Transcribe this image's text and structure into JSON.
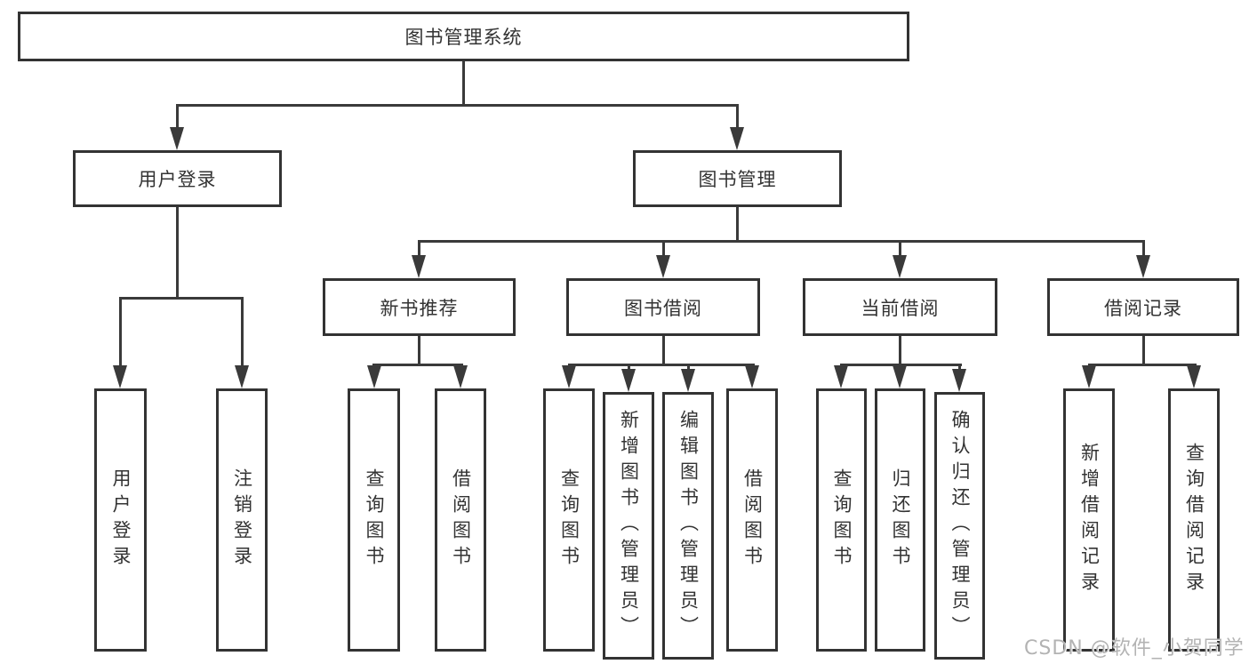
{
  "tree": {
    "root": {
      "label": "图书管理系统"
    },
    "branches": [
      {
        "label": "用户登录",
        "children": [
          {
            "label": "用户登录"
          },
          {
            "label": "注销登录"
          }
        ]
      },
      {
        "label": "图书管理",
        "children": [
          {
            "label": "新书推荐",
            "children": [
              {
                "label": "查询图书"
              },
              {
                "label": "借阅图书"
              }
            ]
          },
          {
            "label": "图书借阅",
            "children": [
              {
                "label": "查询图书"
              },
              {
                "label": "新增图书（管理员）"
              },
              {
                "label": "编辑图书（管理员）"
              },
              {
                "label": "借阅图书"
              }
            ]
          },
          {
            "label": "当前借阅",
            "children": [
              {
                "label": "查询图书"
              },
              {
                "label": "归还图书"
              },
              {
                "label": "确认归还（管理员）"
              }
            ]
          },
          {
            "label": "借阅记录",
            "children": [
              {
                "label": "新增借阅记录"
              },
              {
                "label": "查询借阅记录"
              }
            ]
          }
        ]
      }
    ]
  },
  "watermark": {
    "text": "CSDN @软件_小贺同学"
  },
  "colors": {
    "line": "#3a3a3a",
    "border": "#333333",
    "text": "#333333",
    "watermark": "#b3b3b3",
    "background": "#ffffff"
  }
}
